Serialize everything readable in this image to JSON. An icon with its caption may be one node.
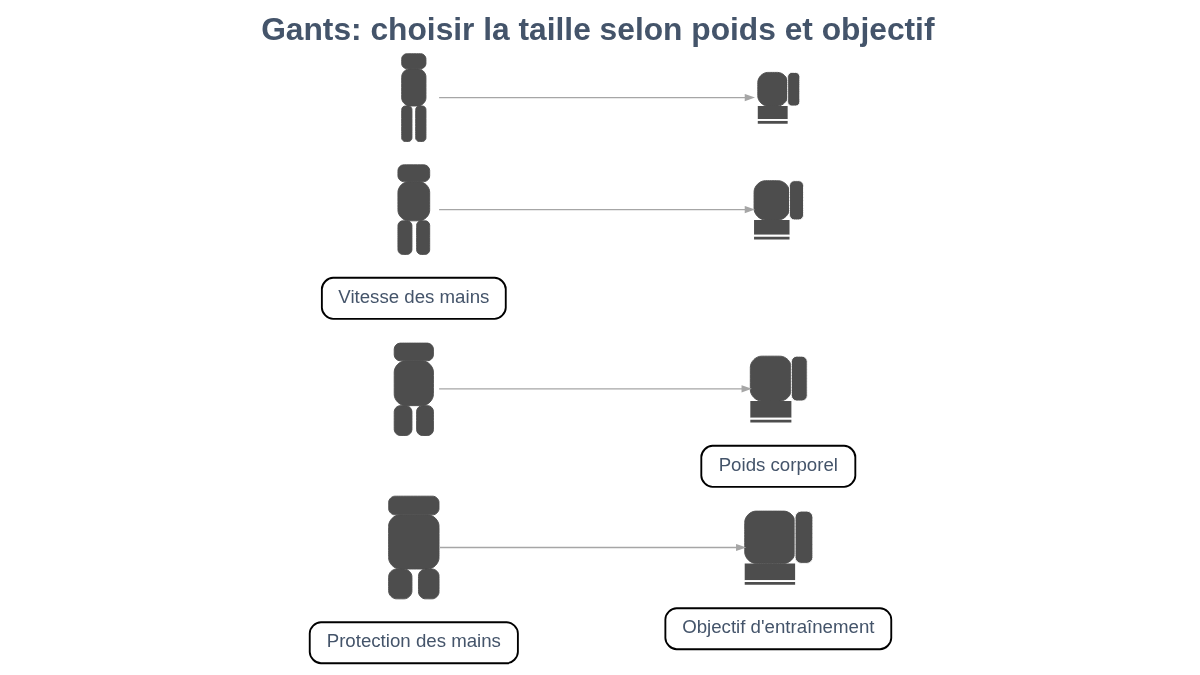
{
  "diagram": {
    "title": "Gants: choisir la taille selon poids et objectif",
    "nodes": [
      {
        "text": [],
        "shape": "person"
      },
      {
        "text": [],
        "shape": "glove"
      },
      {
        "text": [],
        "shape": "person"
      },
      {
        "text": [],
        "shape": "glove"
      },
      {
        "text": [
          "Vitesse des mains"
        ]
      },
      {
        "text": [],
        "shape": "person"
      },
      {
        "text": [],
        "shape": "glove"
      },
      {
        "text": [
          "Poids corporel"
        ]
      },
      {
        "text": [],
        "shape": "person"
      },
      {
        "text": [],
        "shape": "glove"
      },
      {
        "text": [
          "Protection des mains"
        ]
      },
      {
        "text": [
          "Objectif d'entraînement"
        ]
      }
    ],
    "edges": [
      {
        "from": 0,
        "to": 1,
        "arrow": "to"
      },
      {
        "from": 2,
        "to": 3,
        "arrow": "to"
      },
      {
        "from": 5,
        "to": 6,
        "arrow": "to"
      },
      {
        "from": 8,
        "to": 9,
        "arrow": "to"
      }
    ]
  }
}
